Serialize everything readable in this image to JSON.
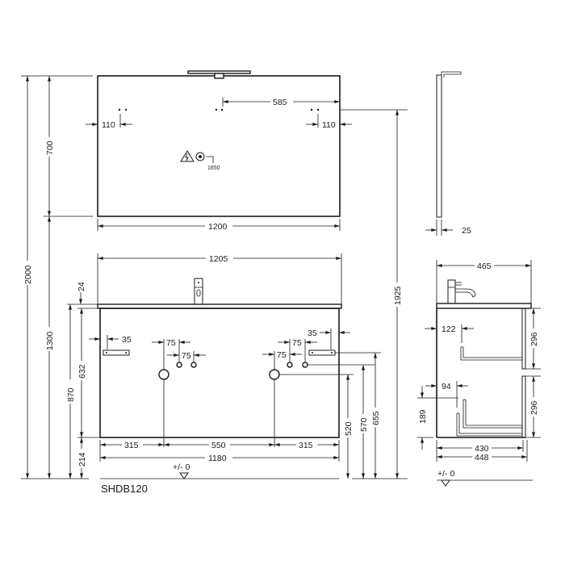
{
  "drawing": {
    "model_label": "SHDB120",
    "level_label": "+/- 0",
    "colors": {
      "line": "#1a1a1a",
      "background": "#ffffff"
    },
    "icons": [
      "warning-electric-icon",
      "socket-icon",
      "ground-level-triangle-icon"
    ],
    "front_view": {
      "mirror": {
        "width": "1200",
        "height": "700",
        "mount_offset_left": "110",
        "mount_offset_right": "110",
        "center_mount_offset": "585",
        "socket_height": "1650"
      },
      "washbasin": {
        "top_width": "1205",
        "top_thickness": "24",
        "cabinet_width": "1180",
        "cabinet_height": "632",
        "plinth_height": "214",
        "top_height": "870",
        "left_hole_offset": "315",
        "hole_spacing": "550",
        "right_hole_offset": "315",
        "bracket_offset_left": "35",
        "bracket_offset_right": "35",
        "pipe_spacing_1": "75",
        "pipe_spacing_2": "75",
        "pipe_spacing_3": "75",
        "pipe_spacing_4": "75",
        "drain_height": "520",
        "supply_height": "570",
        "bracket_height": "655"
      },
      "overall": {
        "total_height": "2000",
        "mirror_bottom_height": "1300",
        "mirror_mount_height": "1925"
      }
    },
    "side_view_mirror": {
      "depth": "25"
    },
    "side_view_cabinet": {
      "top_depth": "465",
      "drawer_inset": "122",
      "upper_drawer_height": "296",
      "lower_drawer_height": "296",
      "lower_drawer_inset": "94",
      "lower_drawer_offset_height": "189",
      "drawer_depth": "430",
      "cabinet_depth": "448"
    }
  }
}
